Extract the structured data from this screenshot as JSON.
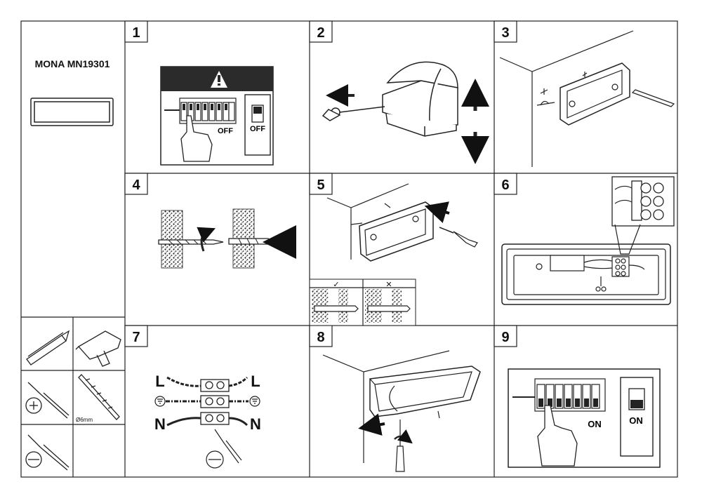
{
  "sidebar": {
    "model": "MONA MN19301",
    "tools": [
      {
        "name": "pencil-icon"
      },
      {
        "name": "drill-icon"
      },
      {
        "name": "phillips-screwdriver-icon"
      },
      {
        "name": "drill-bit-icon",
        "label": "Ø6mm"
      },
      {
        "name": "flat-screwdriver-icon"
      }
    ]
  },
  "steps": [
    {
      "number": "1",
      "labels": {
        "breaker_state": "OFF",
        "switch_state": "OFF"
      }
    },
    {
      "number": "2"
    },
    {
      "number": "3"
    },
    {
      "number": "4"
    },
    {
      "number": "5",
      "check": "✓",
      "cross": "✕"
    },
    {
      "number": "6"
    },
    {
      "number": "7",
      "live": "L",
      "neutral": "N"
    },
    {
      "number": "8"
    },
    {
      "number": "9",
      "labels": {
        "breaker_state": "ON",
        "switch_state": "ON"
      }
    }
  ],
  "colors": {
    "ink": "#111111",
    "warning_bg": "#2b2b2b",
    "paper": "#ffffff"
  }
}
